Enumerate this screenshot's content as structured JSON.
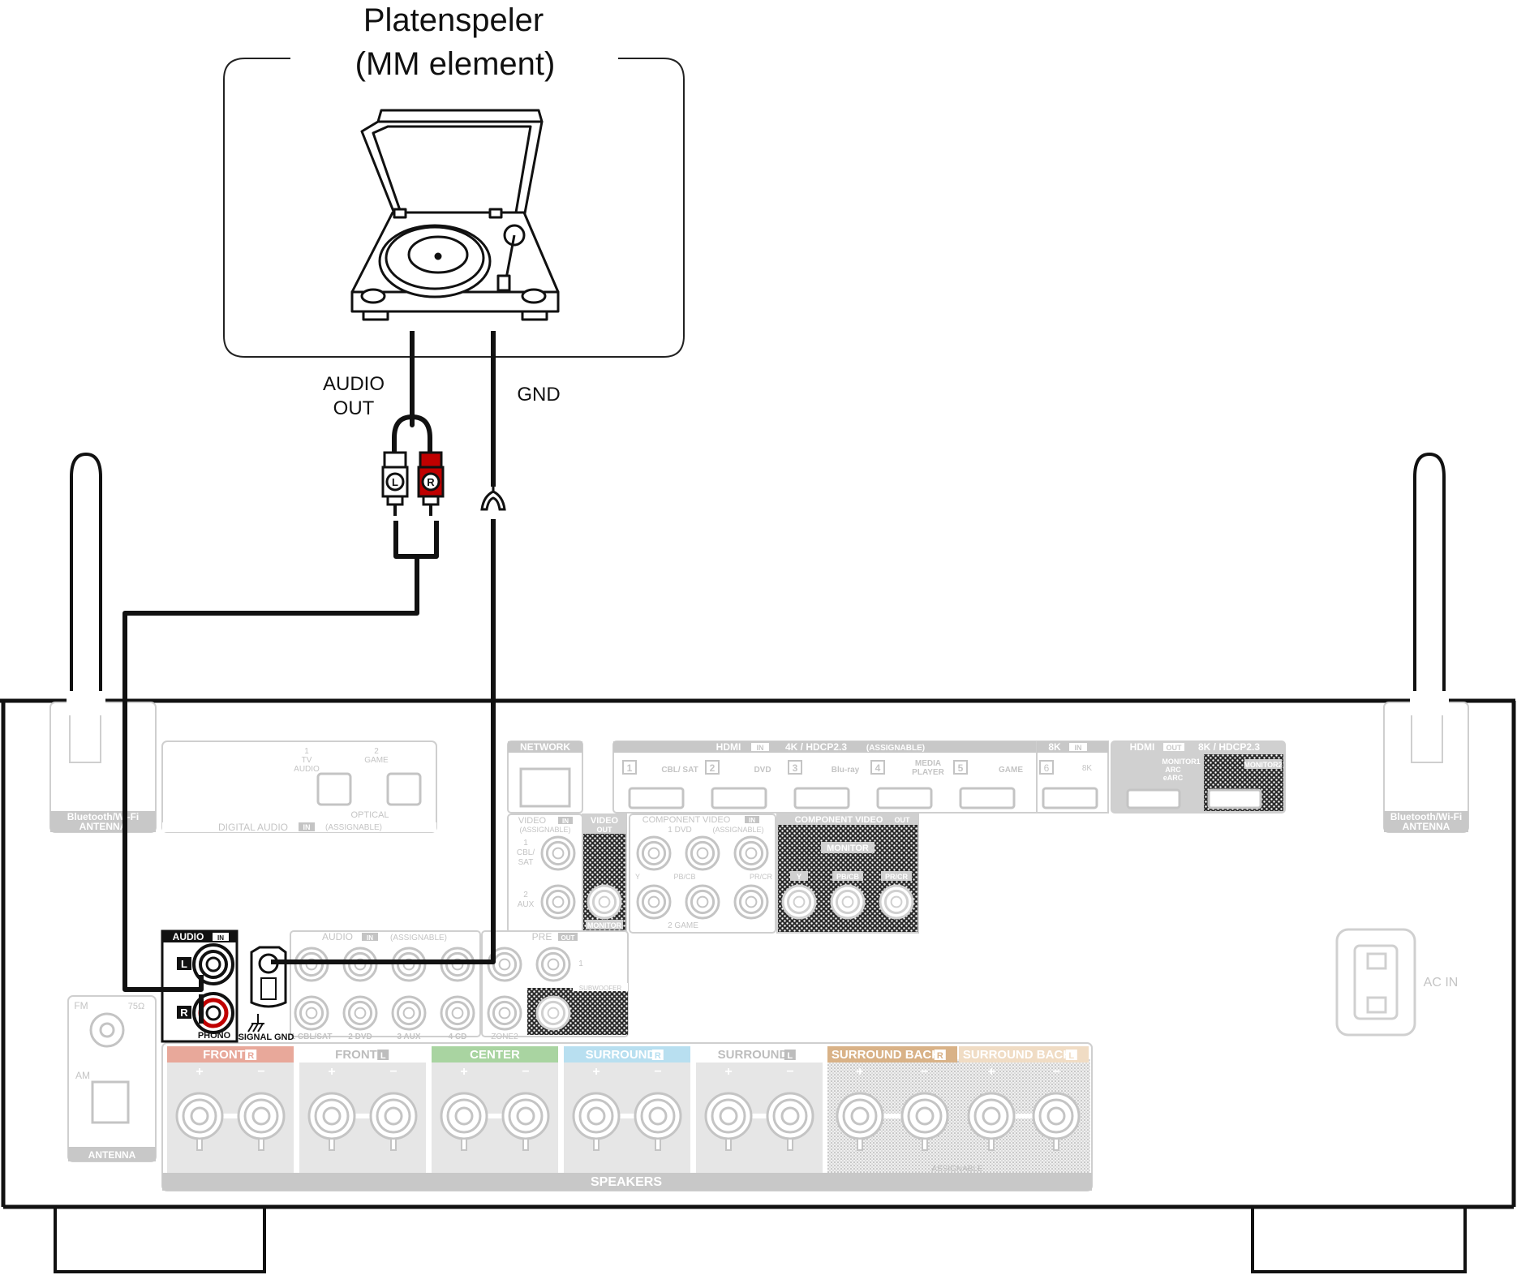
{
  "device": {
    "title_line1": "Platenspeler",
    "title_line2": "(MM element)"
  },
  "cables": {
    "audio_out_line1": "AUDIO",
    "audio_out_line2": "OUT",
    "gnd": "GND",
    "plug_left": "L",
    "plug_right": "R"
  },
  "antenna": {
    "left_line1": "Bluetooth/Wi-Fi",
    "left_line2": "ANTENNA",
    "right_line1": "Bluetooth/Wi-Fi",
    "right_line2": "ANTENNA"
  },
  "digital_audio": {
    "tv_num": "1",
    "tv": "TV",
    "tv_sub": "AUDIO",
    "game_num": "2",
    "game": "GAME",
    "optical": "OPTICAL",
    "label": "DIGITAL AUDIO",
    "in": "IN",
    "assignable": "(ASSIGNABLE)"
  },
  "network": {
    "label": "NETWORK"
  },
  "hdmi_in": {
    "label": "HDMI",
    "in": "IN",
    "spec": "4K / HDCP2.3",
    "assignable": "(ASSIGNABLE)",
    "ports": [
      {
        "num": "1",
        "name": "CBL/ SAT"
      },
      {
        "num": "2",
        "name": "DVD"
      },
      {
        "num": "3",
        "name": "Blu-ray"
      },
      {
        "num": "4",
        "name": "MEDIA PLAYER"
      },
      {
        "num": "5",
        "name": "GAME"
      }
    ]
  },
  "hdmi_8k": {
    "label": "8K",
    "in": "IN",
    "num": "6",
    "name": "8K"
  },
  "hdmi_out": {
    "label": "HDMI",
    "out": "OUT",
    "spec": "8K / HDCP2.3",
    "monitor1_a": "MONITOR1",
    "monitor1_b": "ARC",
    "monitor1_c": "eARC",
    "monitor2": "MONITOR2"
  },
  "video_in": {
    "label": "VIDEO",
    "in": "IN",
    "assignable": "(ASSIGNABLE)",
    "src1_num": "1",
    "src1_a": "CBL/",
    "src1_b": "SAT",
    "src2_num": "2",
    "src2": "AUX"
  },
  "video_out": {
    "label": "VIDEO",
    "out": "OUT",
    "monitor": "MONITOR"
  },
  "component_in": {
    "label": "COMPONENT VIDEO",
    "in": "IN",
    "assignable": "(ASSIGNABLE)",
    "src1": "1 DVD",
    "src2": "2 GAME",
    "y": "Y",
    "pb": "PB/CB",
    "pr": "PR/CR"
  },
  "component_out": {
    "label": "COMPONENT VIDEO",
    "out": "OUT",
    "monitor": "MONITOR",
    "y": "Y",
    "pb": "PB/CB",
    "pr": "PR/CR"
  },
  "audio_phono": {
    "label": "AUDIO",
    "in": "IN",
    "l": "L",
    "r": "R",
    "phono": "PHONO",
    "signal_gnd": "SIGNAL GND"
  },
  "audio_in": {
    "label": "AUDIO",
    "in": "IN",
    "assignable": "(ASSIGNABLE)",
    "inputs": [
      "1 CBL/SAT",
      "2 DVD",
      "3 AUX",
      "4 CD"
    ]
  },
  "pre_out": {
    "label": "PRE",
    "out": "OUT",
    "one": "1",
    "subwoofer": "SUBWOOFER",
    "zone2": "ZONE2"
  },
  "tuner": {
    "fm": "FM",
    "ohm": "75Ω",
    "am": "AM",
    "label": "ANTENNA"
  },
  "speakers": {
    "groups": [
      {
        "name": "FRONT",
        "ch": "R",
        "color": "#e8a89a"
      },
      {
        "name": "FRONT",
        "ch": "L",
        "color": "#ffffff"
      },
      {
        "name": "CENTER",
        "ch": "",
        "color": "#a9d4a1"
      },
      {
        "name": "SURROUND",
        "ch": "R",
        "color": "#b8dff0"
      },
      {
        "name": "SURROUND",
        "ch": "L",
        "color": "#ffffff"
      },
      {
        "name": "SURROUND BACK",
        "ch": "R",
        "color": "#d9b287"
      },
      {
        "name": "SURROUND BACK",
        "ch": "L",
        "color": "#f0dcc4"
      }
    ],
    "label": "SPEAKERS",
    "assignable": "ASSIGNABLE"
  },
  "power": {
    "label": "AC IN"
  }
}
